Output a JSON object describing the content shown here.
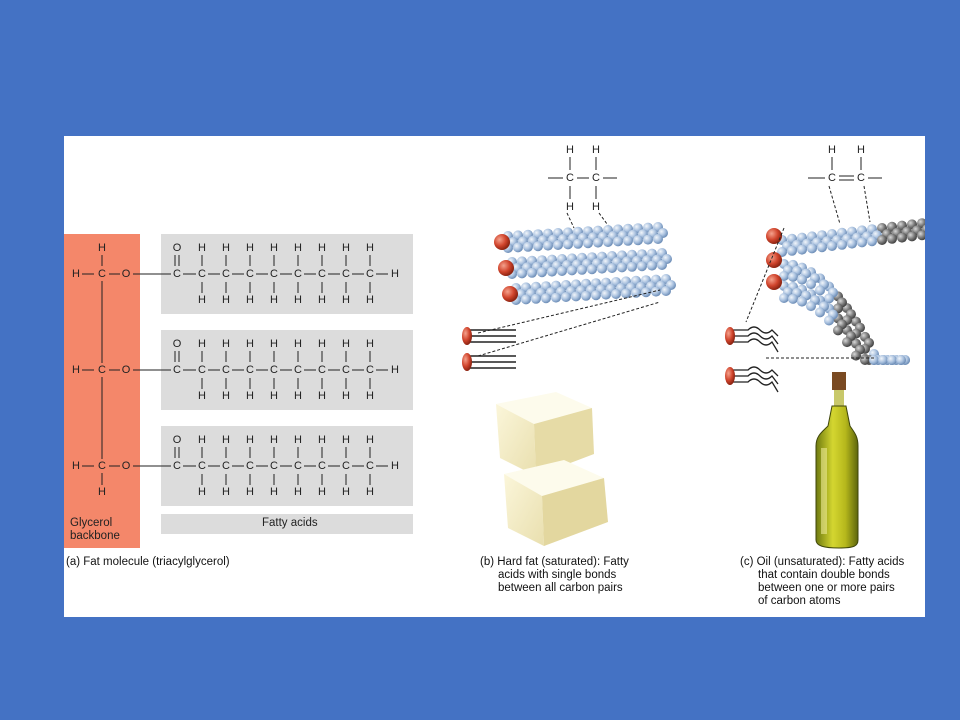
{
  "panel_a": {
    "caption": "(a) Fat molecule (triacylglycerol)",
    "glycerol_label_line1": "Glycerol",
    "glycerol_label_line2": "backbone",
    "fatty_acids_label": "Fatty acids",
    "atoms": {
      "H": "H",
      "C": "C",
      "O": "O",
      "bond_h": "–",
      "bond_v": "|"
    }
  },
  "panel_b": {
    "caption_lines": [
      "(b) Hard fat (saturated): Fatty",
      "acids with single bonds",
      "between all carbon pairs"
    ],
    "image": "butter-blocks"
  },
  "panel_c": {
    "caption_lines": [
      "(c) Oil (unsaturated): Fatty acids",
      "that contain double bonds",
      "between one or more pairs",
      "of carbon atoms"
    ],
    "image": "olive-oil-bottle"
  },
  "colors": {
    "background": "#4472c4",
    "glycerol_fill": "#f4876a",
    "fatty_acid_fill": "#dcdcdc",
    "atom_bead": "#a8c0de",
    "oxygen_head": "#d0442c",
    "double_bond_bead": "#7a7a7a"
  }
}
